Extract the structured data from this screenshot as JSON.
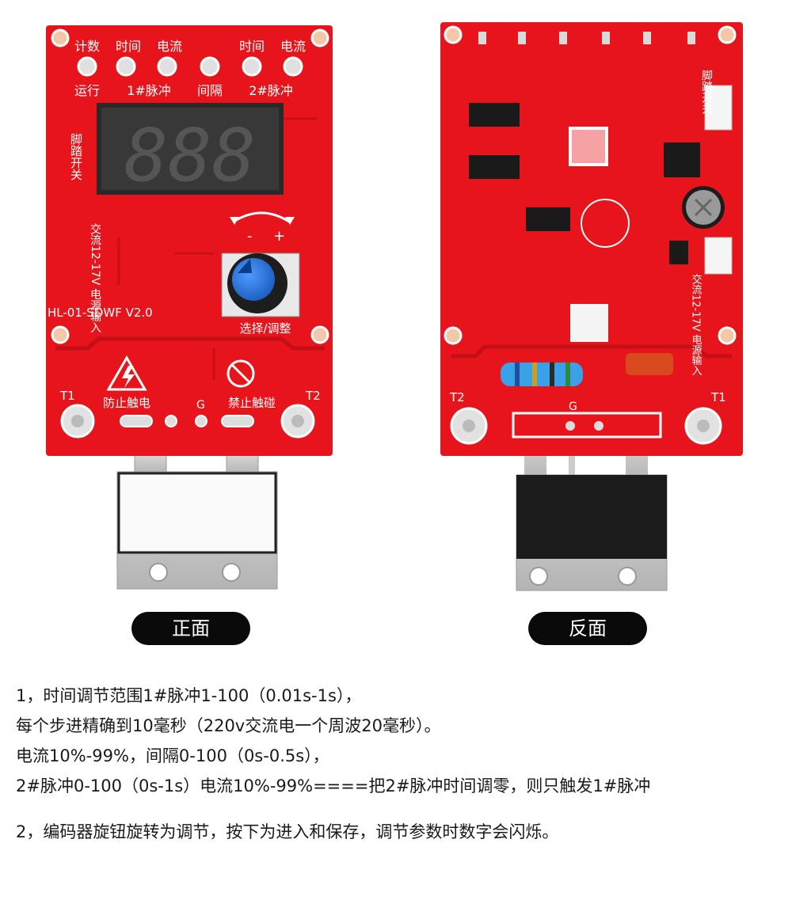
{
  "front": {
    "labels": {
      "count": "计数",
      "time1": "时间",
      "current1": "电流",
      "time2": "时间",
      "current2": "电流",
      "run": "运行",
      "pulse1": "1#脉冲",
      "interval": "间隔",
      "pulse2": "2#脉冲",
      "foot_switch": "脚踏开关",
      "ac_input": "交流12-17V 电源输入",
      "model": "HL-01-SDWF V2.0",
      "minus": "-",
      "plus": "+",
      "select_adjust": "选择/调整",
      "anti_shock": "防止触电",
      "no_touch": "禁止触碰",
      "t1": "T1",
      "t2": "T2",
      "g": "G"
    },
    "display_value": "888",
    "caption": "正面"
  },
  "back": {
    "labels": {
      "foot_switch": "脚踏开关",
      "ac_input": "交流12-17V 电源输入",
      "t1": "T1",
      "t2": "T2",
      "g": "G"
    },
    "caption": "反面"
  },
  "description": [
    "1，时间调节范围1#脉冲1-100（0.01s-1s），",
    "每个步进精确到10毫秒（220v交流电一个周波20毫秒）。",
    "电流10%-99%，间隔0-100（0s-0.5s），",
    "2#脉冲0-100（0s-1s）电流10%-99%====把2#脉冲时间调零，则只触发1#脉冲",
    "2，编码器旋钮旋转为调节，按下为进入和保存，调节参数时数字会闪烁。"
  ],
  "colors": {
    "pcb_red": "#e8141b",
    "knob_blue": "#1e6fd9",
    "pill_black": "#0a0a0a"
  }
}
